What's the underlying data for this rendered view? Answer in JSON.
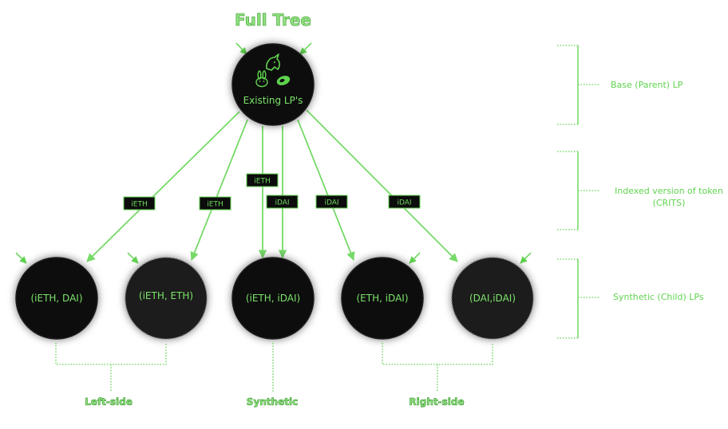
{
  "title": "Full Tree",
  "root": {
    "label": "Existing LP's",
    "icons": [
      "unicorn-icon",
      "bunny-icon",
      "sushi-icon"
    ]
  },
  "tokens": {
    "ieth_1": "iETH",
    "ieth_2": "iETH",
    "ieth_3": "iETH",
    "idai_1": "iDAI",
    "idai_2": "iDAI",
    "idai_3": "iDAI"
  },
  "children": [
    {
      "label": "(iETH, DAI)"
    },
    {
      "label": "(iETH, ETH)"
    },
    {
      "label": "(iETH, iDAI)"
    },
    {
      "label": "(ETH, iDAI)"
    },
    {
      "label": "(DAI,iDAI)"
    }
  ],
  "groups": {
    "left": "Left-side",
    "center": "Synthetic",
    "right": "Right-side"
  },
  "legend": {
    "base": "Base (Parent) LP",
    "indexed_line1": "Indexed version of token",
    "indexed_line2": "(CRITS)",
    "synthetic": "Synthetic (Child) LPs"
  },
  "colors": {
    "accent": "#5fd34e",
    "node_fill": "#0c0c0c",
    "node_fill_alt": "#1c1c1c"
  }
}
